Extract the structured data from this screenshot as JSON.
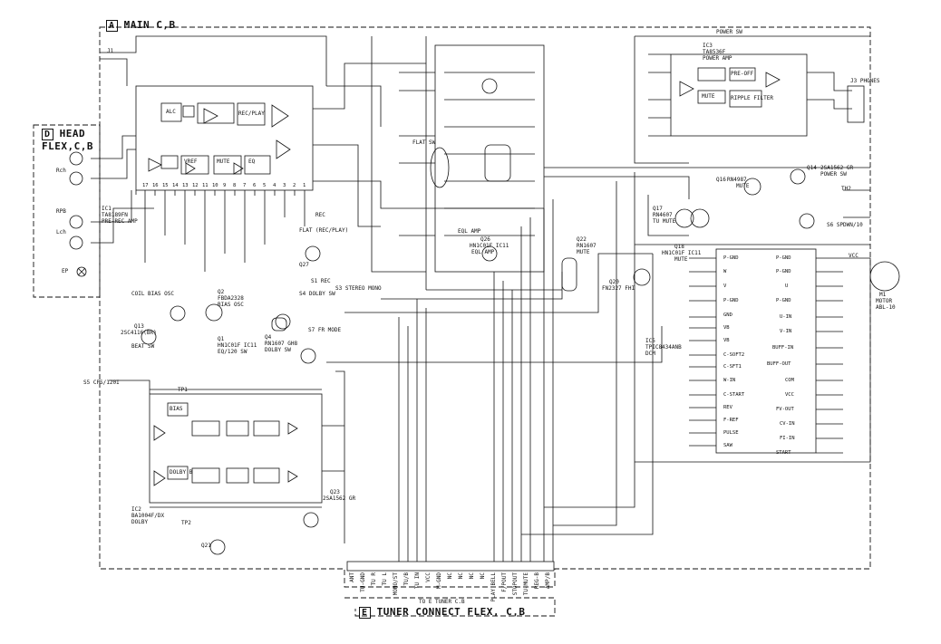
{
  "boards": {
    "main": {
      "letter": "A",
      "title": "MAIN C,B"
    },
    "head": {
      "letter": "D",
      "title_line1": "HEAD",
      "title_line2": "FLEX,C,B"
    },
    "tuner": {
      "letter": "E",
      "title": "TUNER CONNECT FLEX, C,B",
      "note": "TO E TUNER C.B"
    }
  },
  "head_jacks": {
    "rch": "Rch",
    "rpb": "RPB",
    "lch": "Lch",
    "ep": "EP"
  },
  "ics": {
    "ic1": {
      "name": "IC1",
      "part": "TA8189FN",
      "desc": "PRE-REC AMP"
    },
    "ic2": {
      "name": "IC2",
      "part": "BA1004F/DX",
      "desc": "DOLBY"
    },
    "ic3": {
      "name": "IC3",
      "part": "TA8536F",
      "desc": "POWER AMP"
    },
    "ic5": {
      "name": "IC5",
      "part": "TPIC8434ANB",
      "desc": "DCM"
    }
  },
  "transistors": {
    "q2": {
      "name": "Q2",
      "part": "FBDA2328",
      "desc": "BIAS OSC"
    },
    "q1": {
      "name": "Q1",
      "part": "HN1C01F IC11",
      "desc": "EQ/120 SW"
    },
    "q4": {
      "name": "Q4",
      "part": "RN1607 GH8",
      "desc": "DOLBY SW"
    },
    "q13": {
      "name": "Q13",
      "part": "2SC4116(BR)",
      "desc": "BEAT SW"
    },
    "q17": {
      "name": "Q17",
      "part": "RN4607",
      "desc": "TU MUTE"
    },
    "q18": {
      "name": "Q18",
      "part": "HN1C01F IC11",
      "desc": "MUTE"
    },
    "q20": {
      "name": "Q20",
      "part": "FN2327 FHI",
      "desc": ""
    },
    "q22": {
      "name": "Q22",
      "part": "RN1607",
      "desc": "MUTE"
    },
    "q14": {
      "name": "Q14",
      "part": "2SA1562 GR",
      "desc": "POWER SW"
    },
    "q16": {
      "name": "Q16",
      "part": "RN4987",
      "desc": "MUTE"
    },
    "q23": {
      "name": "Q23",
      "part": "2SA1562 GR",
      "desc": ""
    },
    "q27": {
      "name": "Q27",
      "part": "",
      "desc": ""
    },
    "q26": {
      "name": "Q26",
      "part": "HN1C01F IC11",
      "desc": "EQL AMP"
    },
    "q21": {
      "name": "Q21",
      "part": "",
      "desc": ""
    }
  },
  "labels": {
    "power_sw": "POWER SW",
    "flat_play": "FLAT (REC/PLAY)",
    "flat_sw": "FLAT SW",
    "eql_amp": "EQL AMP",
    "beat_sw": "BEAT SW",
    "bias_osc": "COIL BIAS OSC",
    "rec_tl": "REC",
    "vcc": "VCC",
    "motor": "M1",
    "motor_desc": "MOTOR",
    "motor_part": "ABL-10",
    "phones": "J3 PHONES",
    "s1": "S1 REC",
    "s3": "S3 STEREO MONO",
    "s4": "S4 DOLBY SW",
    "s5": "S5 CPS/120I",
    "s6": "S6 SPDWN/10",
    "s7": "S7 FR MODE",
    "tp1": "TP1",
    "tp2": "TP2",
    "j1": "J1",
    "th2": "TH2"
  },
  "ic5_left_pins": [
    "P-GND",
    "W",
    "V",
    "P-GND",
    "GND",
    "VB",
    "VB",
    "C-SOFT2",
    "C-SFT1",
    "W-IN",
    "C-START",
    "REV",
    "F-REF",
    "PULSE",
    "SAW"
  ],
  "ic5_right_pins": [
    "P-GND",
    "P-GND",
    "U",
    "P-GND",
    "U-IN",
    "V-IN",
    "BUFF-IN",
    "BUFF-OUT",
    "COM",
    "VCC",
    "FV-OUT",
    "CV-IN",
    "FI-IN",
    "START"
  ],
  "connector_pins": [
    "ANT",
    "TU-GND",
    "TU R",
    "TU L",
    "MONO/ST",
    "TU/B",
    "TU IN",
    "VCC",
    "M-GND",
    "NC",
    "NC",
    "NC",
    "NC",
    "PLAY BELL",
    "F/POUT",
    "STOPOUT",
    "TU-MUTE",
    "REG-B",
    "AMP/B"
  ],
  "ic1_pins": [
    "17",
    "16",
    "15",
    "14",
    "13",
    "12",
    "11",
    "10",
    "9",
    "8",
    "7",
    "6",
    "5",
    "4",
    "3",
    "2",
    "1"
  ],
  "ic1_blocks": [
    "ALC",
    "VREF",
    "MUTE",
    "REC/PLAY",
    "EQ"
  ],
  "ic3_blocks": [
    "PRE-OFF",
    "MUTE",
    "RIPPLE FILTER"
  ],
  "ic2_blocks": [
    "BIAS",
    "DOLBY B"
  ]
}
